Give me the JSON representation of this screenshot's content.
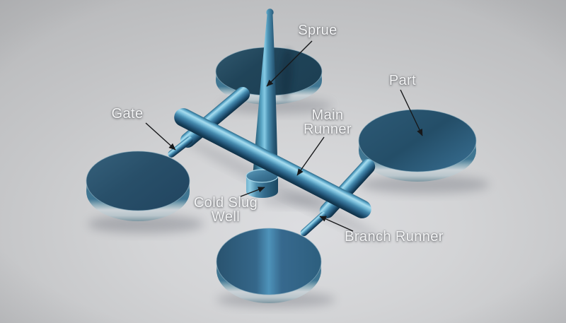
{
  "annotations": {
    "sprue": {
      "label": "Sprue"
    },
    "part": {
      "label": "Part"
    },
    "gate": {
      "label": "Gate"
    },
    "main_runner": {
      "label": "Main\nRunner"
    },
    "cold_slug_well": {
      "label": "Cold Slug\nWell"
    },
    "branch_runner": {
      "label": "Branch Runner"
    }
  },
  "colors": {
    "background": "#c6c7c9",
    "background_highlight": "#dcdde0",
    "metal_blue_mid": "#4489ad",
    "metal_blue_highlight": "#a8ddef",
    "metal_blue_dark": "#123a52",
    "disc_face_blue": "#265270",
    "rim_silver": "#cad2d7",
    "label_text": "#f3f4f5",
    "arrow": "#17181a"
  }
}
